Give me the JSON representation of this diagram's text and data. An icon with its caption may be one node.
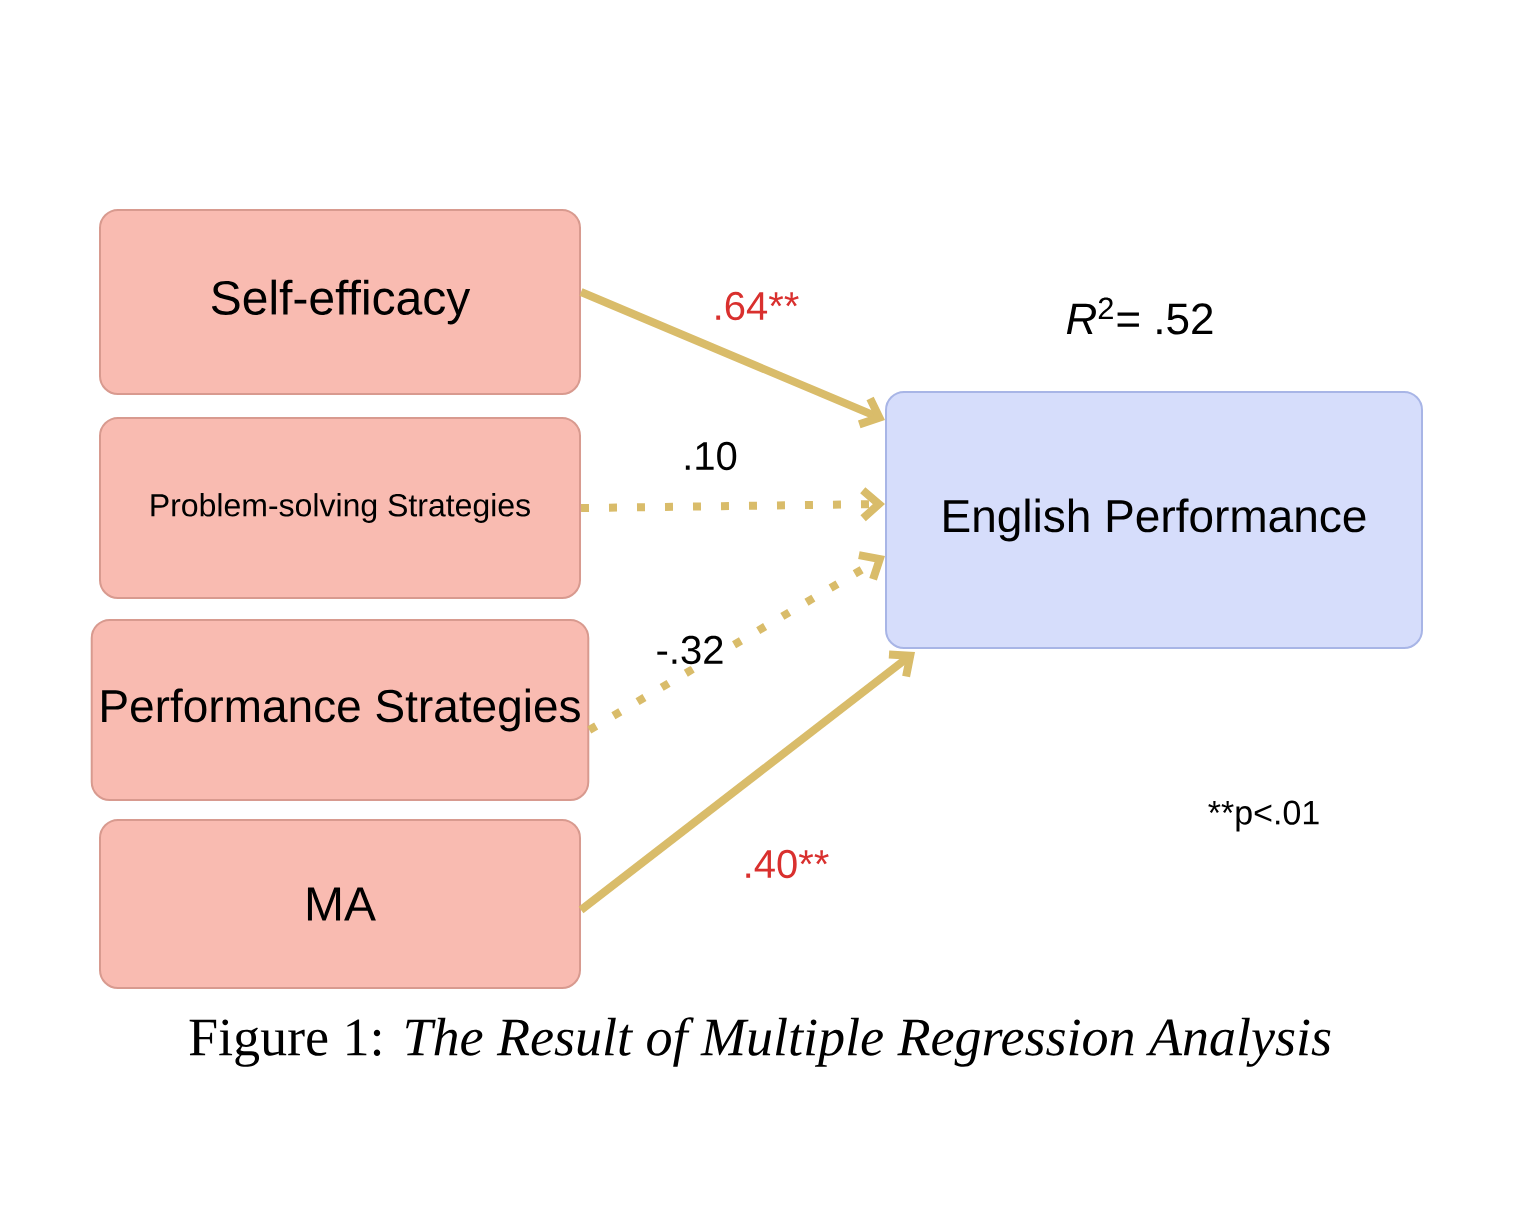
{
  "diagram": {
    "caption": "Figure 1: *The Result of Multiple Regression Analysis*",
    "nodes": [
      {
        "text": [
          "Self-efficacy"
        ]
      },
      {
        "text": [
          "Problem-solving Strategies"
        ]
      },
      {
        "text": [
          "Performance Strategies"
        ]
      },
      {
        "text": [
          "MA"
        ]
      },
      {
        "text": [
          "English Performance"
        ]
      }
    ],
    "edges": [
      {
        "from": 0,
        "to": 4,
        "arrow": "to",
        "label": ".64**"
      },
      {
        "from": 1,
        "to": 4,
        "arrow": "to",
        "label": ".10",
        "style": "dashed"
      },
      {
        "from": 2,
        "to": 4,
        "arrow": "to",
        "label": "-.32",
        "style": "dashed"
      },
      {
        "from": 3,
        "to": 4,
        "arrow": "to",
        "label": ".40**"
      }
    ],
    "labels": [
      "*R*$^{2}$= .52",
      "**p<.01"
    ]
  }
}
